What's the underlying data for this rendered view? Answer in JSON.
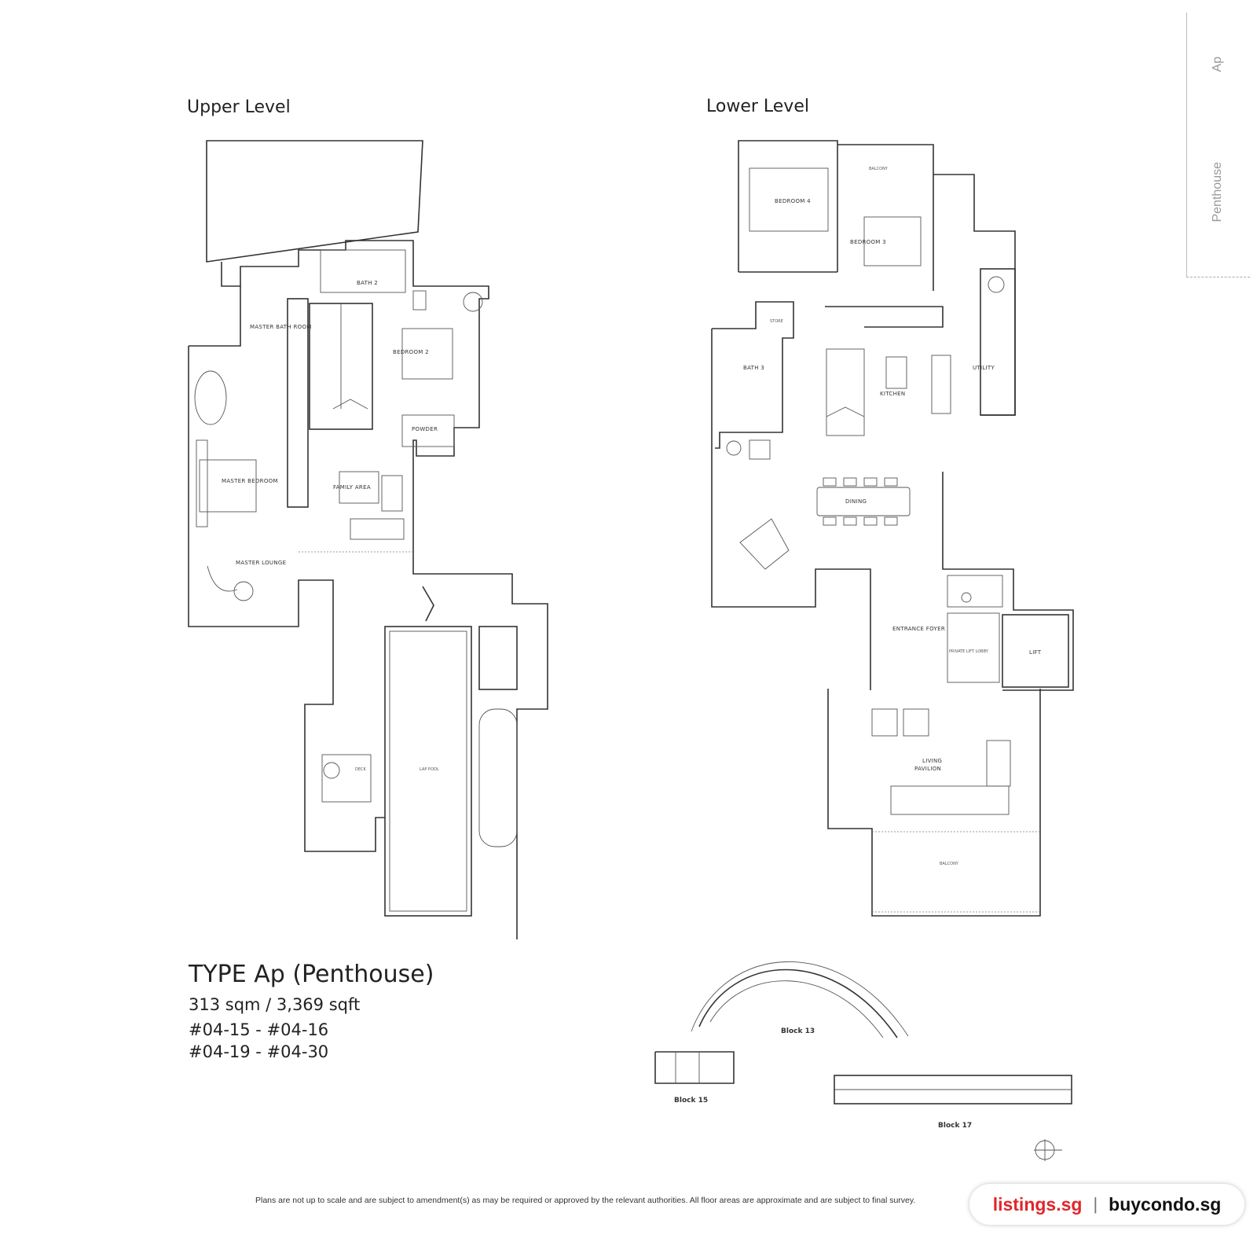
{
  "upper_level": {
    "title": "Upper Level",
    "rooms": {
      "bath2": "BATH 2",
      "master_bath": "MASTER BATH ROOM",
      "bedroom2": "BEDROOM 2",
      "powder": "POWDER",
      "master_bedroom": "MASTER BEDROOM",
      "family_area": "FAMILY AREA",
      "master_lounge": "MASTER LOUNGE",
      "deck": "DECK",
      "lap_pool": "LAP POOL"
    }
  },
  "lower_level": {
    "title": "Lower Level",
    "rooms": {
      "bedroom4": "BEDROOM 4",
      "balcony_top": "BALCONY",
      "bedroom3": "BEDROOM 3",
      "store": "STORE",
      "bath3": "BATH 3",
      "kitchen": "KITCHEN",
      "utility": "UTILITY",
      "dining": "DINING",
      "entrance_foyer": "ENTRANCE FOYER",
      "private_lift_lobby": "PRIVATE LIFT LOBBY",
      "lift": "LIFT",
      "living_pavilion_1": "LIVING",
      "living_pavilion_2": "PAVILION",
      "balcony_bottom": "BALCONY"
    }
  },
  "unit_info": {
    "type": "TYPE Ap (Penthouse)",
    "area": "313 sqm / 3,369 sqft",
    "units_line1": "#04-15 - #04-16",
    "units_line2": "#04-19 - #04-30"
  },
  "key_plan": {
    "block13": "Block 13",
    "block15": "Block 15",
    "block17": "Block 17"
  },
  "side_tab": {
    "code": "Ap",
    "label": "Penthouse"
  },
  "disclaimer": "Plans are not up to scale and are subject to amendment(s) as may be required or approved by the relevant authorities. All floor areas are approximate and are subject to final survey.",
  "watermark": {
    "brand_a": "listings.sg",
    "separator": "|",
    "brand_b": "buycondo.sg"
  },
  "colors": {
    "brand_red": "#e0262b",
    "line": "#333333"
  }
}
